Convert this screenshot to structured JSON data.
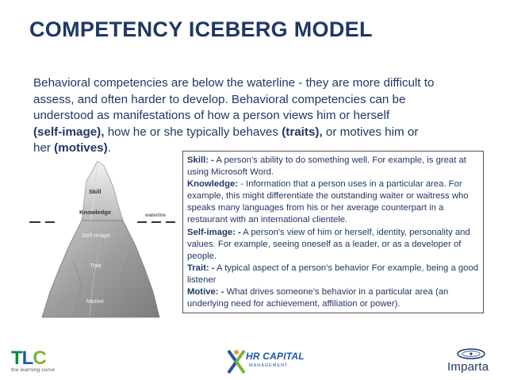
{
  "title": "COMPETENCY ICEBERG MODEL",
  "intro": {
    "line1": "Behavioral competencies are below the waterline - they are more difficult to",
    "line2": "assess, and often harder to develop. Behavioral competencies can be",
    "line3": "understood as manifestations of how a person views him or herself",
    "self_image": "(self-image),",
    "mid": " how he or she typically behaves ",
    "traits": "(traits),",
    "after_traits": " or motives him or",
    "line5_start": "her ",
    "motives": "(motives)",
    "end": "."
  },
  "iceberg": {
    "labels": {
      "skill": "Skill",
      "knowledge": "Knowledge",
      "waterline": "waterline",
      "self_image": "Self-Image",
      "trait": "Trait",
      "motive": "Motive"
    }
  },
  "definitions": [
    {
      "term": "Skill: -",
      "text": " A person's ability to do something well. For example, is great at using Microsoft Word."
    },
    {
      "term": "Knowledge:",
      "text": " - Information that a person uses in a particular area. For example, this might differentiate the outstanding waiter or waitress who speaks many languages from his or her average counterpart in a restaurant with an international clientele."
    },
    {
      "term": "Self-image: -",
      "text": " A person's view of him or herself, identity, personality and values. For example, seeing oneself as a leader, or as a developer of people."
    },
    {
      "term": "Trait: -",
      "text": " A typical aspect of a person's behavior For example, being a good listener"
    },
    {
      "term": "Motive: -",
      "text": " What drives someone's behavior in a particular area (an underlying need for achievement, affiliation or power)."
    }
  ],
  "footer": {
    "tlc_t": "T",
    "tlc_l": "L",
    "tlc_c": "C",
    "tlc_tagline": "the learning curve",
    "hr_text": "HR CAPITAL",
    "hr_sub": "MANAGEMENT",
    "imparta": "Imparta"
  },
  "colors": {
    "title": "#1f3864",
    "body": "#1f3864",
    "tlc_green": "#0c8a3a",
    "tlc_blue": "#1e57a8",
    "tlc_lime": "#7ab33f"
  }
}
